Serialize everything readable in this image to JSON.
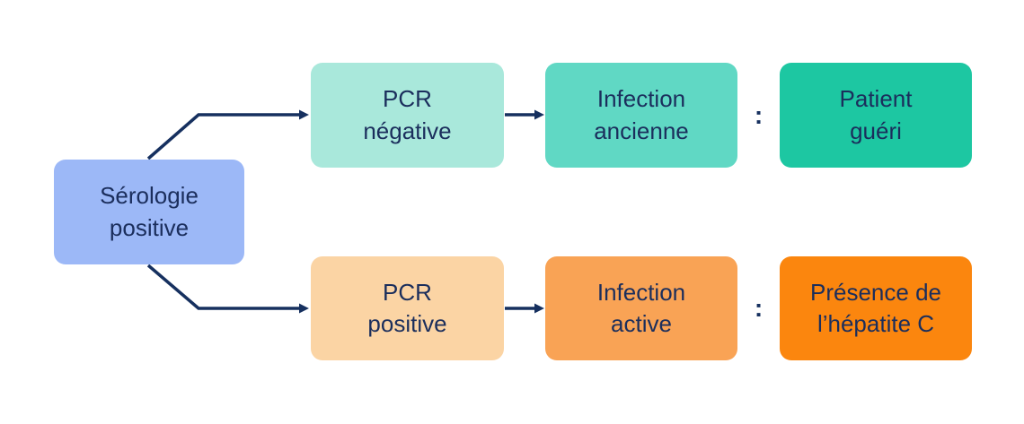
{
  "colors": {
    "background": "#ffffff",
    "line": "#16305f",
    "text": "#1b2e5c",
    "node-root": "#9cb8f7",
    "node-teal-light": "#a9e8db",
    "node-teal-mid": "#60d8c4",
    "node-teal-strong": "#1dc7a2",
    "node-orange-light": "#fbd4a4",
    "node-orange-mid": "#f9a355",
    "node-orange-strong": "#fb860e"
  },
  "root": {
    "label": "Sérologie\npositive"
  },
  "branches": {
    "top": {
      "nodes": [
        {
          "label": "PCR\nnégative"
        },
        {
          "label": "Infection\nancienne"
        },
        {
          "label": "Patient\nguéri"
        }
      ],
      "relation_symbol": ":"
    },
    "bottom": {
      "nodes": [
        {
          "label": "PCR\npositive"
        },
        {
          "label": "Infection\nactive"
        },
        {
          "label": "Présence de\nl’hépatite C"
        }
      ],
      "relation_symbol": ":"
    }
  }
}
